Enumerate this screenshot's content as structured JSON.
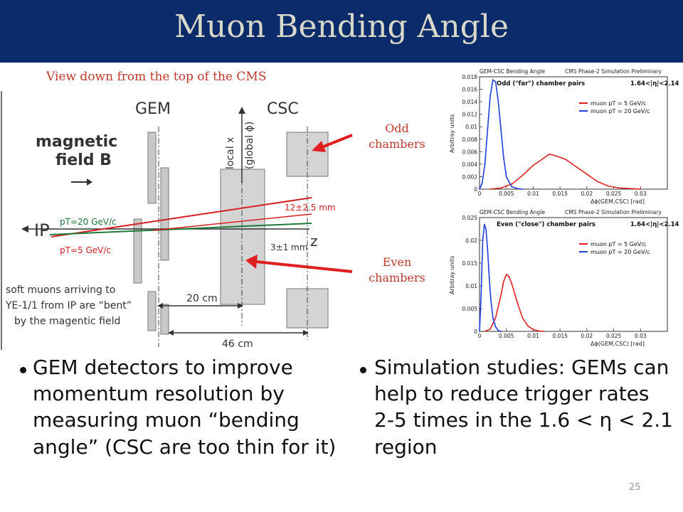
{
  "slide": {
    "title": "Muon Bending Angle",
    "caption": "View down from the top of the CMS",
    "odd_label_l1": "Odd",
    "odd_label_l2": "chambers",
    "even_label_l1": "Even",
    "even_label_l2": "chambers",
    "bullet_left": "GEM detectors to improve momentum resolution by measuring muon “bending angle” (CSC are too thin for it)",
    "bullet_right": "Simulation studies: GEMs can help to reduce trigger rates 2-5 times in the 1.6 < η < 2.1 region",
    "page_number": "25",
    "accent": "#c0392b",
    "title_bar_color": "#0b2b6b"
  },
  "diagram": {
    "gem": "GEM",
    "csc": "CSC",
    "field1": "magnetic",
    "field2": "field B",
    "ip": "IP",
    "localx": "local x",
    "globalphi": "(global ϕ)",
    "z": "z",
    "pt20": "pT=20 GeV/c",
    "pt5": "pT=5 GeV/c",
    "d12": "12±2.5 mm",
    "d3": "3±1 mm",
    "d20": "20 cm",
    "d46": "46 cm",
    "soft1": "soft muons arriving to",
    "soft2": "YE-1/1 from IP are “bent”",
    "soft3": "by the magentic field"
  },
  "chart_data": [
    {
      "type": "line",
      "title": "GEM-CSC Bending Angle",
      "subtitle": "CMS Phase-2 Simulation Preliminary",
      "panel_label": "Odd (\"far\") chamber pairs",
      "eta_range": "1.64<|η|<2.14",
      "xlabel": "Δϕ(GEM,CSC) [rad]",
      "ylabel": "Arbitray units",
      "xlim": [
        0,
        0.035
      ],
      "ylim": [
        0,
        0.018
      ],
      "xticks": [
        "0",
        "0.005",
        "0.01",
        "0.015",
        "0.02",
        "0.025",
        "0.03"
      ],
      "yticks": [
        "0",
        "0.002",
        "0.004",
        "0.006",
        "0.008",
        "0.01",
        "0.012",
        "0.014",
        "0.016",
        "0.018"
      ],
      "series": [
        {
          "name": "muon pT = 5 GeV/c",
          "color": "#e02020",
          "x": [
            0.002,
            0.004,
            0.006,
            0.008,
            0.01,
            0.012,
            0.013,
            0.014,
            0.016,
            0.018,
            0.02,
            0.022,
            0.024,
            0.026,
            0.028,
            0.03
          ],
          "y": [
            0.0,
            0.0002,
            0.0008,
            0.0022,
            0.0038,
            0.005,
            0.0056,
            0.0054,
            0.0048,
            0.0036,
            0.0024,
            0.0012,
            0.0005,
            0.0002,
            0.0001,
            0.0
          ]
        },
        {
          "name": "muon pT = 20 GeV/c",
          "color": "#1f3fe0",
          "x": [
            0.0,
            0.0005,
            0.001,
            0.0015,
            0.002,
            0.0025,
            0.003,
            0.0035,
            0.004,
            0.0045,
            0.005,
            0.006,
            0.007,
            0.008
          ],
          "y": [
            0.0,
            0.001,
            0.004,
            0.0095,
            0.015,
            0.0175,
            0.0172,
            0.014,
            0.0095,
            0.005,
            0.002,
            0.0004,
            0.0001,
            0.0
          ]
        }
      ]
    },
    {
      "type": "line",
      "title": "GEM-CSC Bending Angle",
      "subtitle": "CMS Phase-2 Simulation Preliminary",
      "panel_label": "Even (\"close\") chamber pairs",
      "eta_range": "1.64<|η|<2.14",
      "xlabel": "Δϕ(GEM,CSC) [rad]",
      "ylabel": "Arbitray units",
      "xlim": [
        0,
        0.035
      ],
      "ylim": [
        0,
        0.025
      ],
      "xticks": [
        "0",
        "0.005",
        "0.01",
        "0.015",
        "0.02",
        "0.025",
        "0.03"
      ],
      "yticks": [
        "0",
        "0.005",
        "0.01",
        "0.015",
        "0.02",
        "0.025"
      ],
      "series": [
        {
          "name": "muon pT = 5 GeV/c",
          "color": "#e02020",
          "x": [
            0.001,
            0.002,
            0.003,
            0.004,
            0.0045,
            0.005,
            0.0055,
            0.006,
            0.007,
            0.008,
            0.009,
            0.01,
            0.011,
            0.012
          ],
          "y": [
            0.0,
            0.0005,
            0.003,
            0.008,
            0.011,
            0.0125,
            0.012,
            0.0105,
            0.0065,
            0.003,
            0.0012,
            0.0004,
            0.0001,
            0.0
          ]
        },
        {
          "name": "muon pT = 20 GeV/c",
          "color": "#1f3fe0",
          "x": [
            0.0,
            0.0003,
            0.0006,
            0.0009,
            0.0012,
            0.0015,
            0.0018,
            0.0021,
            0.0025,
            0.003,
            0.0035,
            0.004
          ],
          "y": [
            0.0,
            0.008,
            0.02,
            0.0235,
            0.0225,
            0.018,
            0.012,
            0.007,
            0.003,
            0.001,
            0.0002,
            0.0
          ]
        }
      ]
    }
  ]
}
